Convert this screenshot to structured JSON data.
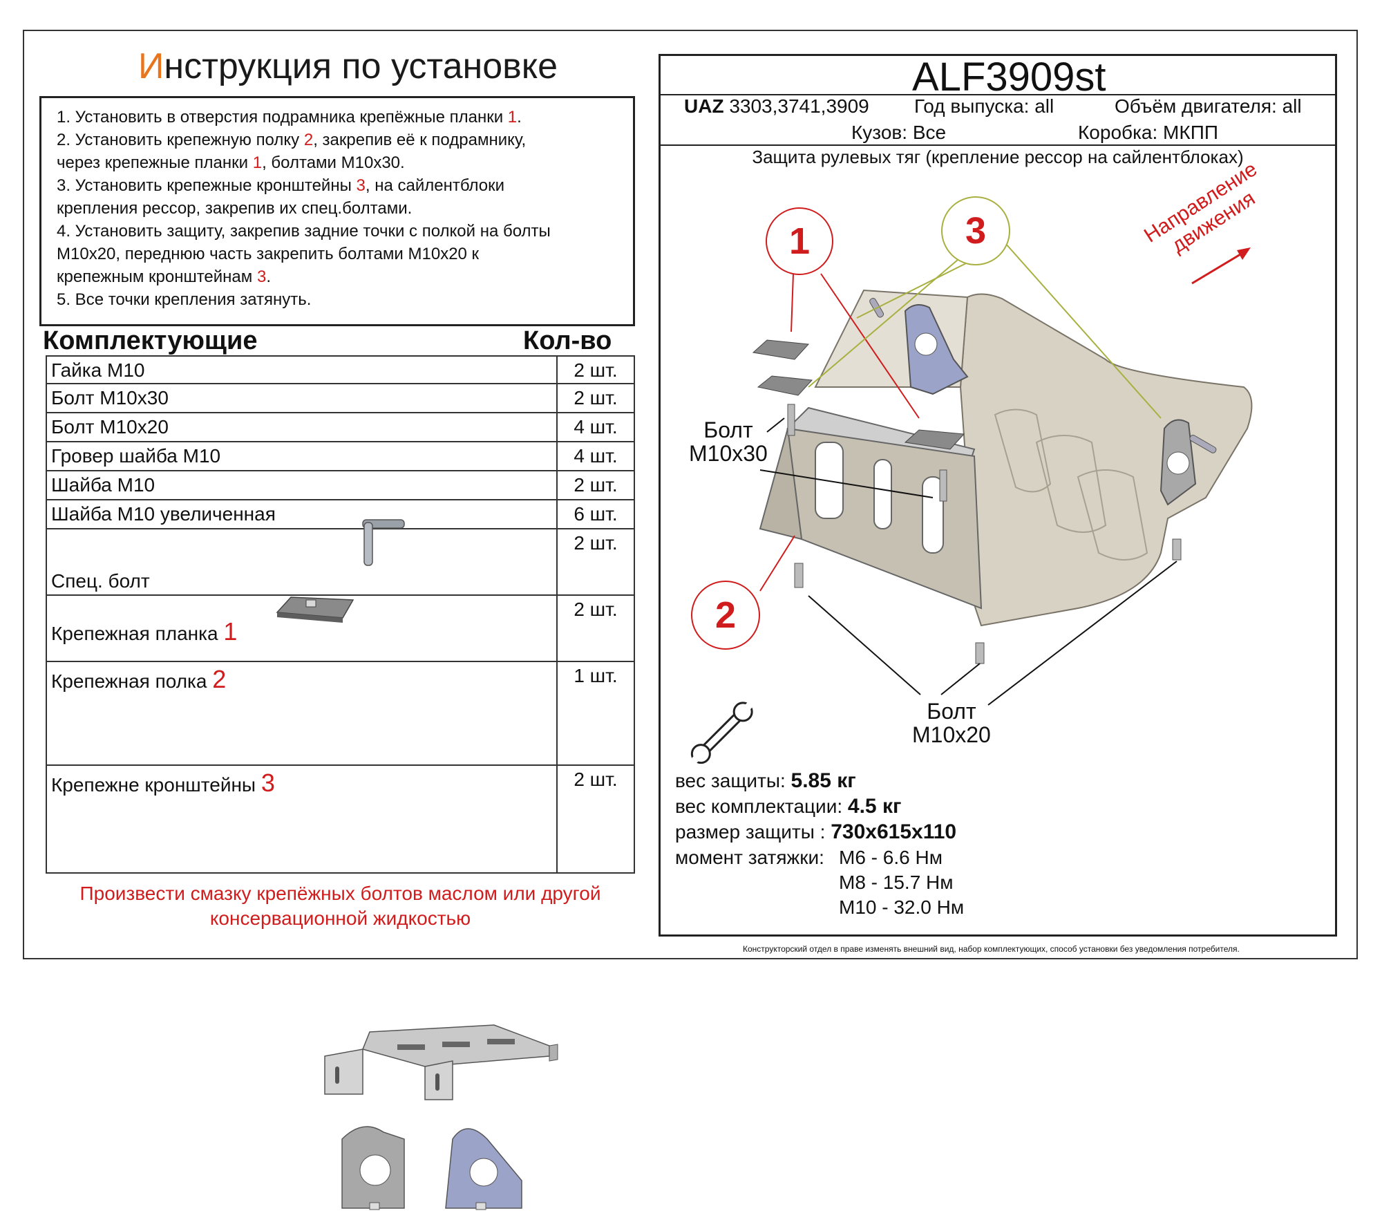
{
  "title": {
    "first": "И",
    "rest": "нструкция по установке"
  },
  "steps": [
    {
      "pre": "1.  Установить в отверстия подрамника крепёжные планки ",
      "ref": "1",
      "post": "."
    },
    {
      "pre": "2.  Установить крепежную полку ",
      "ref": "2",
      "post": ", закрепив её к подрамнику,"
    },
    {
      "pre": "через крепежные планки ",
      "ref": "1",
      "post": ", болтами М10х30."
    },
    {
      "pre": "3.  Установить крепежные кронштейны ",
      "ref": "3",
      "post": ", на сайлентблоки"
    },
    {
      "pre": "крепления рессор, закрепив их спец.болтами.",
      "ref": "",
      "post": ""
    },
    {
      "pre": "4. Установить защиту, закрепив задние точки с полкой на болты",
      "ref": "",
      "post": ""
    },
    {
      "pre": "М10х20, переднюю часть закрепить болтами М10х20 к",
      "ref": "",
      "post": ""
    },
    {
      "pre": "крепежным кронштейнам ",
      "ref": "3",
      "post": "."
    },
    {
      "pre": "5. Все точки крепления затянуть.",
      "ref": "",
      "post": ""
    }
  ],
  "components": {
    "header": "Комплектующие",
    "qty_header": "Кол-во",
    "items": [
      {
        "name": "Гайка М10",
        "num": "",
        "qty": "2 шт."
      },
      {
        "name": "Болт М10х30",
        "num": "",
        "qty": "2 шт."
      },
      {
        "name": "Болт М10х20",
        "num": "",
        "qty": "4 шт."
      },
      {
        "name": "Гровер шайба М10",
        "num": "",
        "qty": "4 шт."
      },
      {
        "name": "Шайба М10",
        "num": "",
        "qty": "2 шт."
      },
      {
        "name": "Шайба М10 увеличенная",
        "num": "",
        "qty": "6 шт."
      },
      {
        "name": "Спец. болт",
        "num": "",
        "qty": "2 шт."
      },
      {
        "name": "Крепежная планка ",
        "num": "1",
        "qty": "2 шт."
      },
      {
        "name": "Крепежная полка ",
        "num": "2",
        "qty": "1 шт."
      },
      {
        "name": "Крепежне кронштейны ",
        "num": "3",
        "qty": "2 шт."
      }
    ]
  },
  "lubrication_note": [
    "Произвести смазку крепёжных болтов маслом или другой",
    "консервационной жидкостью"
  ],
  "product": {
    "code": "ALF3909st",
    "make": "UAZ",
    "models": " 3303,3741,3909",
    "year": "Год выпуска: all",
    "engine": "Объём двигателя: all",
    "body": "Кузов: Все",
    "gearbox": "Коробка: МКПП",
    "description": "Защита рулевых тяг (крепление рессор на сайлентблоках)"
  },
  "drawing": {
    "callouts": [
      "1",
      "2",
      "3"
    ],
    "direction": [
      "Направление",
      "движения"
    ],
    "bolt_m10x30": [
      "Болт",
      "М10х30"
    ],
    "bolt_m10x20": [
      "Болт",
      "М10х20"
    ],
    "colors": {
      "red": "#d01c1c",
      "olive": "#a8b040",
      "plate": "#d8d2c4",
      "plate_edge": "#7a7468",
      "bracket": "#9ba4c8"
    }
  },
  "specs": {
    "weight_label": "вес защиты: ",
    "weight": "5.85 кг",
    "kit_label": "вес комплектации: ",
    "kit": "4.5 кг",
    "size_label": "размер защиты : ",
    "size": "730x615x110",
    "torque_label": "момент затяжки:",
    "torques": [
      "М6  - 6.6 Нм",
      "М8  - 15.7 Нм",
      "М10 - 32.0 Нм"
    ]
  },
  "footer": "Конструкторский отдел в праве изменять внешний вид, набор комплектующих, способ установки без уведомления потребителя."
}
